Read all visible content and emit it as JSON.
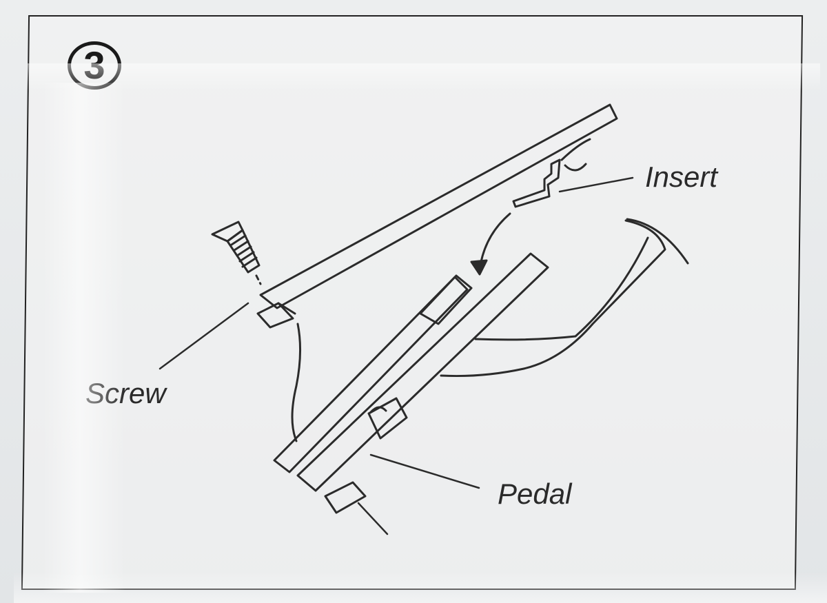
{
  "diagram": {
    "step_number": "3",
    "labels": {
      "insert": "Insert",
      "screw": "Screw",
      "pedal": "Pedal"
    },
    "colors": {
      "line": "#2b2b2b",
      "paper": "#eef0f1",
      "frame": "#222222"
    }
  }
}
